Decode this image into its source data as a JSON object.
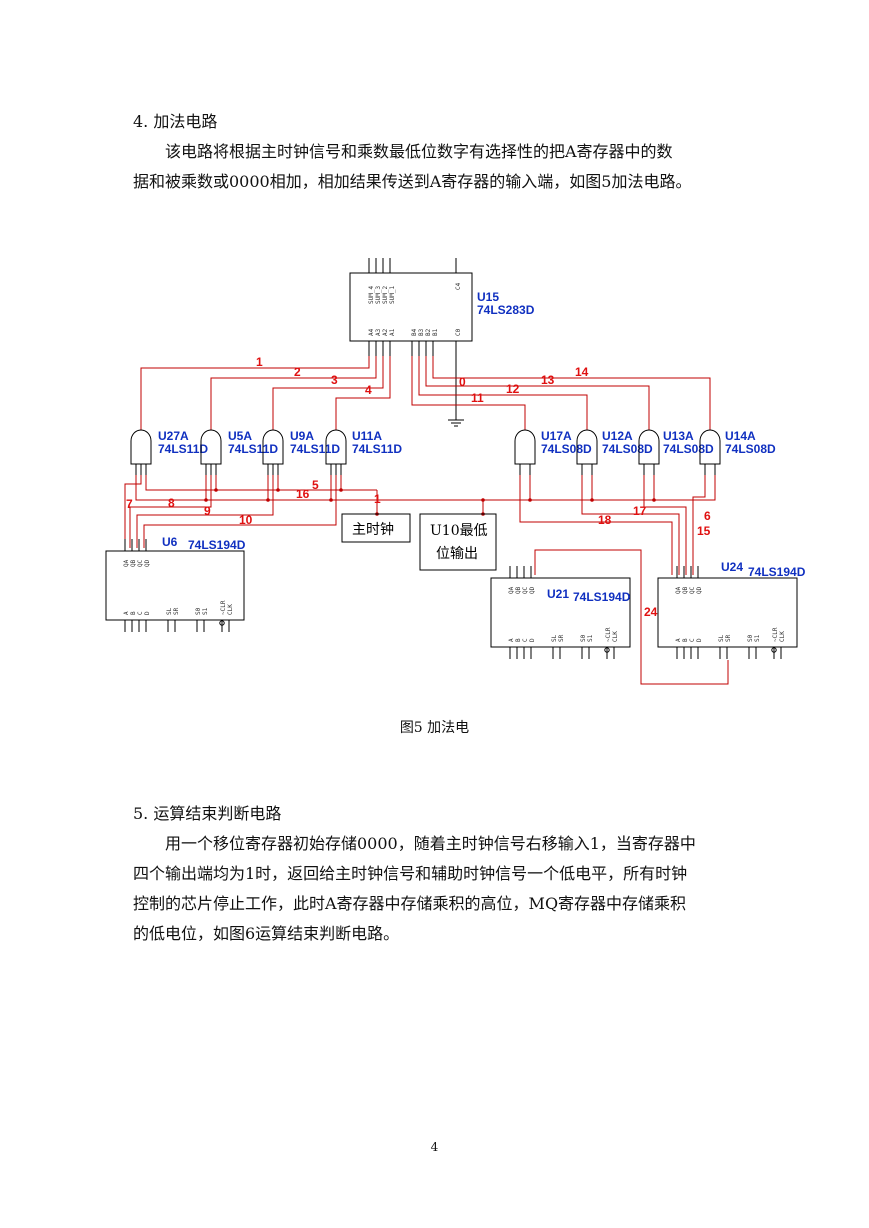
{
  "section4": {
    "heading": "4. 加法电路",
    "para_line1": "该电路将根据主时钟信号和乘数最低位数字有选择性的把A寄存器中的数",
    "para_line2": "据和被乘数或0000相加，相加结果传送到A寄存器的输入端，如图5加法电路。"
  },
  "figure": {
    "caption": "图5   加法电",
    "adder": {
      "name": "U15",
      "part": "74LS283D",
      "top_pins": [
        "SUM_4",
        "SUM_3",
        "SUM_2",
        "SUM_1",
        "C4"
      ],
      "bottom_pins": [
        "A4",
        "A3",
        "A2",
        "A1",
        "B4",
        "B3",
        "B2",
        "B1",
        "C0"
      ]
    },
    "gates": [
      {
        "name": "U27A",
        "part": "74LS11D"
      },
      {
        "name": "U5A",
        "part": "74LS11D"
      },
      {
        "name": "U9A",
        "part": "74LS11D"
      },
      {
        "name": "U11A",
        "part": "74LS11D"
      },
      {
        "name": "U17A",
        "part": "74LS08D"
      },
      {
        "name": "U12A",
        "part": "74LS08D"
      },
      {
        "name": "U13A",
        "part": "74LS08D"
      },
      {
        "name": "U14A",
        "part": "74LS08D"
      }
    ],
    "registers": [
      {
        "name": "U6",
        "part": "74LS194D"
      },
      {
        "name": "U21",
        "part": "74LS194D"
      },
      {
        "name": "U24",
        "part": "74LS194D"
      }
    ],
    "register_pins": {
      "outputs": [
        "QA",
        "QB",
        "QC",
        "QD"
      ],
      "inputs": [
        "A",
        "B",
        "C",
        "D",
        "SL",
        "SR",
        "S0",
        "S1",
        "~CLR",
        "CLK"
      ]
    },
    "box_main_clock": "主时钟",
    "box_u10_line1": "U10最低",
    "box_u10_line2": "位输出",
    "net_labels": [
      "1",
      "2",
      "3",
      "4",
      "0",
      "11",
      "12",
      "13",
      "14",
      "5",
      "16",
      "1",
      "7",
      "8",
      "9",
      "10",
      "17",
      "18",
      "6",
      "15",
      "24"
    ]
  },
  "section5": {
    "heading": "5. 运算结束判断电路",
    "para_line1": "用一个移位寄存器初始存储0000，随着主时钟信号右移输入1，当寄存器中",
    "para_line2": "四个输出端均为1时，返回给主时钟信号和辅助时钟信号一个低电平，所有时钟",
    "para_line3": "控制的芯片停止工作，此时A寄存器中存储乘积的高位，MQ寄存器中存储乘积",
    "para_line4": "的低电位，如图6运算结束判断电路。"
  },
  "page_number": "4"
}
